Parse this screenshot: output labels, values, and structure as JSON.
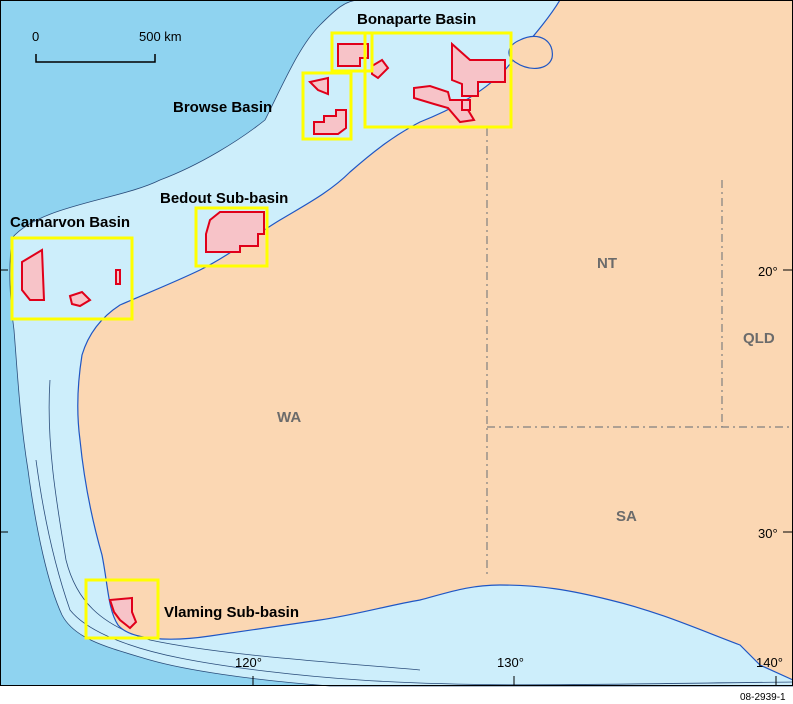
{
  "map": {
    "scale_bar": {
      "start_label": "0",
      "end_label": "500 km"
    },
    "basin_labels": {
      "bonaparte": "Bonaparte Basin",
      "browse": "Browse Basin",
      "bedout": "Bedout Sub-basin",
      "carnarvon": "Carnarvon Basin",
      "vlaming": "Vlaming Sub-basin"
    },
    "state_labels": {
      "wa": "WA",
      "nt": "NT",
      "qld": "QLD",
      "sa": "SA"
    },
    "longitude_labels": [
      "120°",
      "130°",
      "140°"
    ],
    "latitude_labels": [
      "20°",
      "30°"
    ],
    "figure_id": "08-2939-1",
    "colors": {
      "deep_ocean": "#8fd3f0",
      "shelf": "#cdeefb",
      "land": "#fbd7b3",
      "coastline": "#1f56c4",
      "release_fill": "#f7c3c8",
      "release_stroke": "#e0001a",
      "study_box": "#ffff00",
      "border": "#808080"
    }
  }
}
